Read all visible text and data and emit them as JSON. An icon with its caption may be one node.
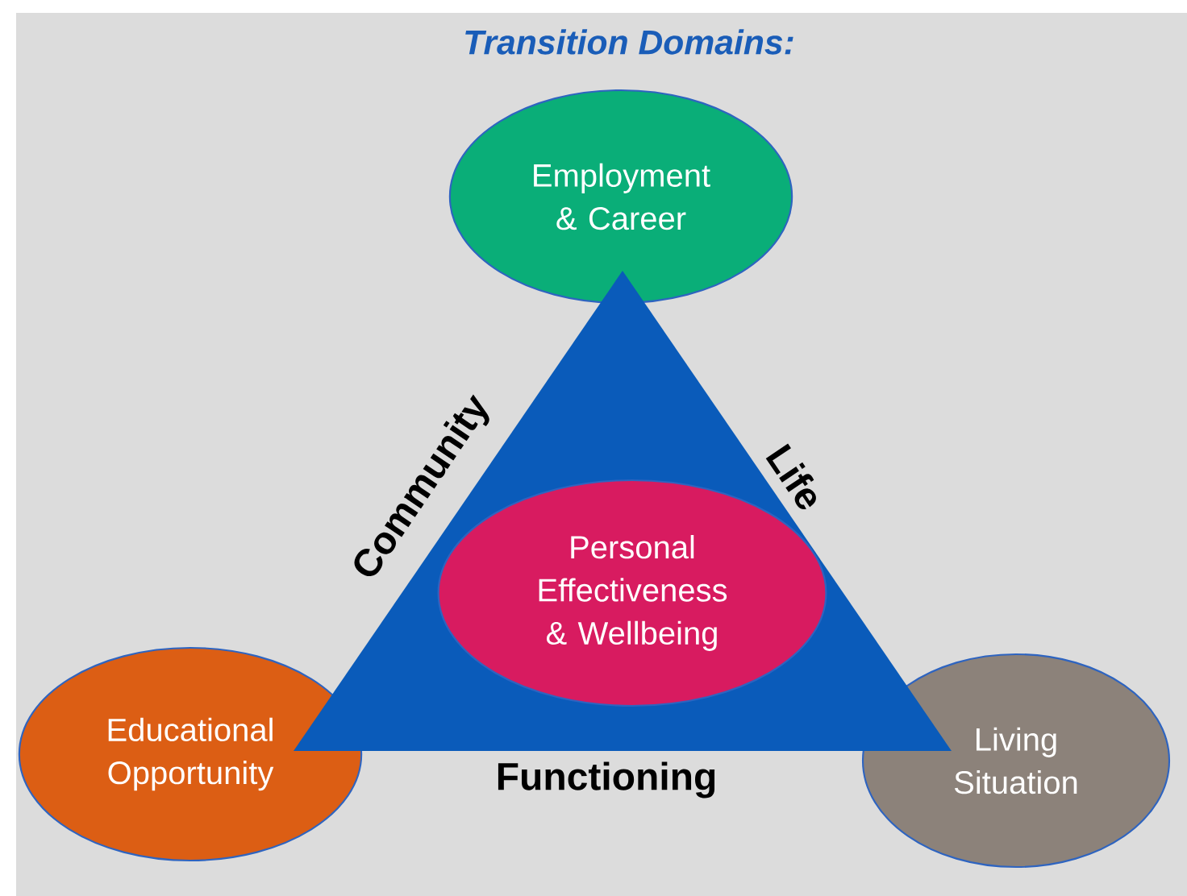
{
  "diagram": {
    "title": "Transition Domains:",
    "nodes": [
      {
        "text": [
          "Employment & Career"
        ]
      },
      {
        "text": [],
        "shape": "triangle",
        "beside": [
          "Community",
          "Life",
          "Functioning"
        ]
      },
      {
        "text": [
          "Personal Effectiveness & Wellbeing"
        ],
        "in": 1
      },
      {
        "text": [
          "Educational Opportunity"
        ]
      },
      {
        "text": [
          "Living Situation"
        ]
      }
    ]
  }
}
